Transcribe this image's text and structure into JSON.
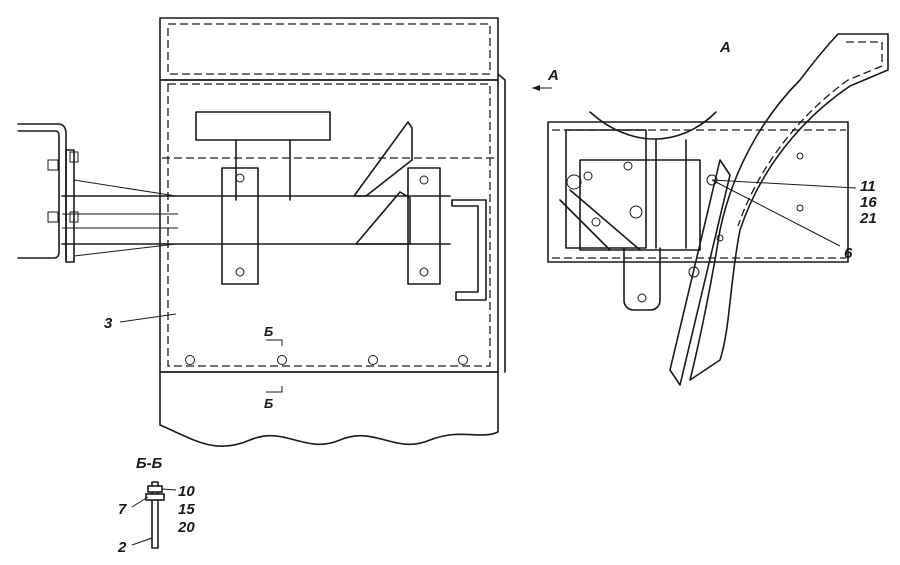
{
  "view_labels": {
    "view_a_arrow": "А",
    "view_a_title": "А",
    "section_mark_top": "Б",
    "section_mark_bottom": "Б",
    "section_title": "Б-Б"
  },
  "callouts": {
    "c3": "3",
    "c11": "11",
    "c16": "16",
    "c21": "21",
    "c6": "6",
    "c10": "10",
    "c15": "15",
    "c20": "20",
    "c7": "7",
    "c2": "2"
  }
}
